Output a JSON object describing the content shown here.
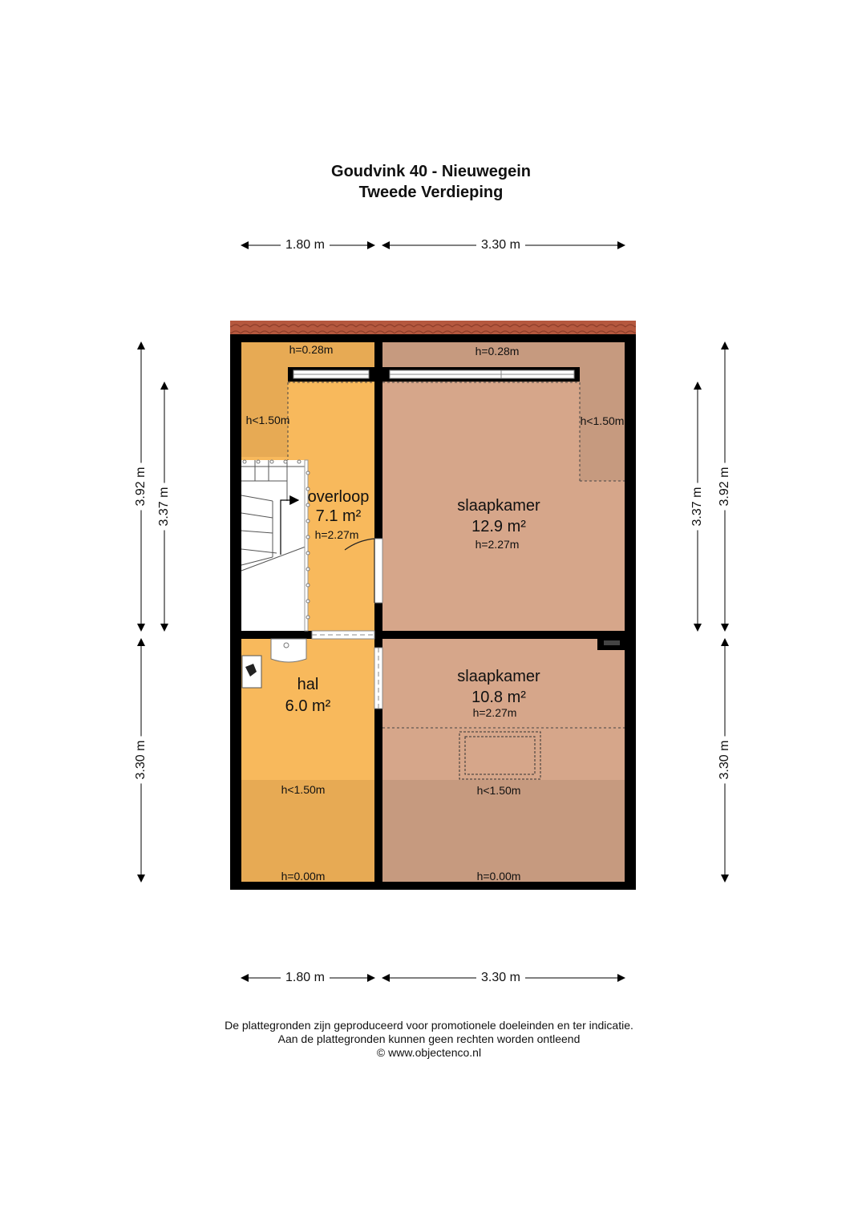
{
  "title": {
    "line1": "Goudvink 40 - Nieuwegein",
    "line2": "Tweede Verdieping"
  },
  "dimensions": {
    "top_left": "1.80 m",
    "top_right": "3.30 m",
    "bottom_left": "1.80 m",
    "bottom_right": "3.30 m",
    "left_outer_top": "3.92 m",
    "left_inner_top": "3.37 m",
    "left_outer_bottom": "3.30 m",
    "right_inner_top": "3.37 m",
    "right_outer_top": "3.92 m",
    "right_outer_bottom": "3.30 m"
  },
  "rooms": {
    "overloop": {
      "name": "overloop",
      "area": "7.1 m²",
      "height": "h=2.27m"
    },
    "slaapkamer_top": {
      "name": "slaapkamer",
      "area": "12.9 m²",
      "height": "h=2.27m"
    },
    "hal": {
      "name": "hal",
      "area": "6.0 m²"
    },
    "slaapkamer_bottom": {
      "name": "slaapkamer",
      "area": "10.8 m²",
      "height": "h=2.27m"
    }
  },
  "height_labels": {
    "top_left_ridge": "h=0.28m",
    "top_right_ridge": "h=0.28m",
    "left_low": "h<1.50m",
    "right_low": "h<1.50m",
    "hal_low": "h<1.50m",
    "bedroom_low": "h<1.50m",
    "hal_zero": "h=0.00m",
    "bedroom_zero": "h=0.00m"
  },
  "footer": {
    "line1": "De plattegronden zijn geproduceerd voor promotionele doeleinden en ter indicatie.",
    "line2": "Aan de plattegronden kunnen geen rechten worden ontleend",
    "line3": "© www.objectenco.nl"
  },
  "colors": {
    "wall": "#000000",
    "orange_room": "#f8b95c",
    "orange_low": "#e7aa54",
    "pink_room": "#d6a68a",
    "pink_low": "#c69a7f",
    "roof_tiles": "#b5583e"
  }
}
